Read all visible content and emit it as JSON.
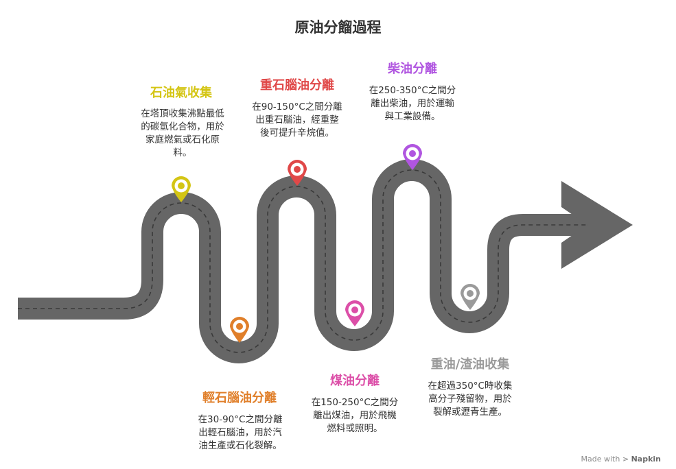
{
  "title": "原油分餾過程",
  "stages": [
    {
      "id": "lpg",
      "title": "石油氣收集",
      "color": "#D4C514",
      "desc": [
        "在塔頂收集沸點最低",
        "的碳氫化合物，用於",
        "家庭燃氣或石化原",
        "料。"
      ]
    },
    {
      "id": "light-naphtha",
      "title": "輕石腦油分離",
      "color": "#E07F2A",
      "desc": [
        "在30-90°C之間分離",
        "出輕石腦油，用於汽",
        "油生產或石化裂解。"
      ]
    },
    {
      "id": "heavy-naphtha",
      "title": "重石腦油分離",
      "color": "#E04848",
      "desc": [
        "在90-150°C之間分離",
        "出重石腦油，經重整",
        "後可提升辛烷值。"
      ]
    },
    {
      "id": "kerosene",
      "title": "煤油分離",
      "color": "#DC4FA8",
      "desc": [
        "在150-250°C之間分",
        "離出煤油，用於飛機",
        "燃料或照明。"
      ]
    },
    {
      "id": "diesel",
      "title": "柴油分離",
      "color": "#B055E0",
      "desc": [
        "在250-350°C之間分",
        "離出柴油，用於運輸",
        "與工業設備。"
      ]
    },
    {
      "id": "residue",
      "title": "重油/渣油收集",
      "color": "#9A9A9A",
      "desc": [
        "在超過350°C時收集",
        "高分子殘留物，用於",
        "裂解或瀝青生產。"
      ]
    }
  ],
  "colors": {
    "road": "#666666",
    "road_dash": "#3a3a3a",
    "title_text": "#333333"
  },
  "icons": {
    "marker": "map-pin-icon",
    "direction": "arrow-right-icon"
  },
  "watermark": {
    "prefix": "Made with",
    "brand": "Napkin"
  }
}
